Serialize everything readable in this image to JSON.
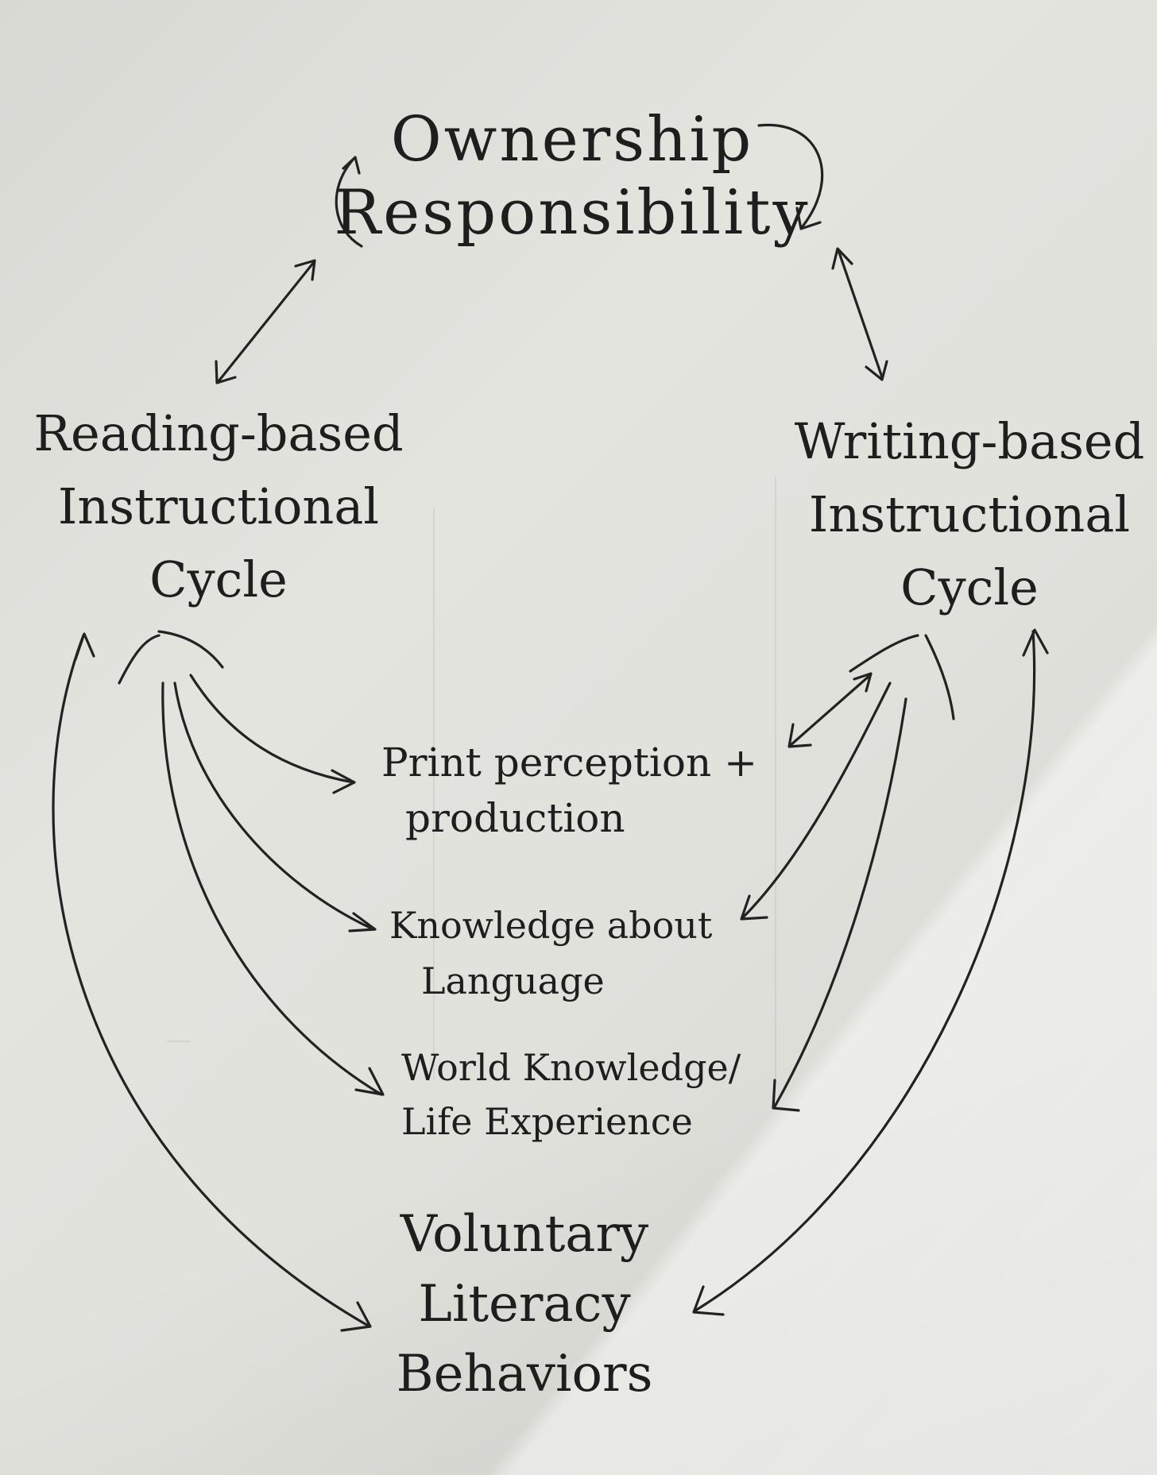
{
  "diagram": {
    "nodes": {
      "ownership": {
        "lines": [
          "Ownership",
          "Responsibility"
        ]
      },
      "reading": {
        "lines": [
          "Reading-based",
          "Instructional",
          "Cycle"
        ]
      },
      "writing": {
        "lines": [
          "Writing-based",
          "Instructional",
          "Cycle"
        ]
      },
      "print": {
        "lines": [
          "Print perception +",
          "production"
        ]
      },
      "language": {
        "lines": [
          "Knowledge about",
          "Language"
        ]
      },
      "world": {
        "lines": [
          "World Knowledge/",
          "Life Experience"
        ]
      },
      "voluntary": {
        "lines": [
          "Voluntary",
          "Literacy",
          "Behaviors"
        ]
      }
    },
    "connections": [
      {
        "from": "ownership",
        "to": "ownership",
        "type": "self-loop"
      },
      {
        "from": "ownership",
        "to": "reading",
        "type": "bidirectional"
      },
      {
        "from": "ownership",
        "to": "writing",
        "type": "bidirectional"
      },
      {
        "from": "reading",
        "to": "print",
        "type": "directed"
      },
      {
        "from": "reading",
        "to": "language",
        "type": "directed"
      },
      {
        "from": "reading",
        "to": "world",
        "type": "directed"
      },
      {
        "from": "reading",
        "to": "voluntary",
        "type": "bidirectional"
      },
      {
        "from": "writing",
        "to": "print",
        "type": "bidirectional"
      },
      {
        "from": "writing",
        "to": "language",
        "type": "directed"
      },
      {
        "from": "writing",
        "to": "world",
        "type": "directed"
      },
      {
        "from": "writing",
        "to": "voluntary",
        "type": "bidirectional"
      }
    ]
  }
}
